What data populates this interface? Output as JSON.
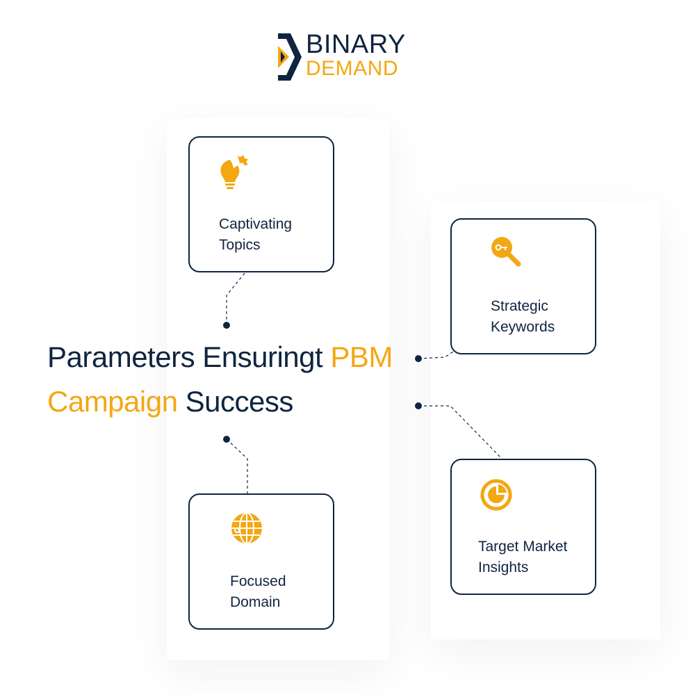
{
  "logo": {
    "line1": "BINARY",
    "line2": "DEMAND"
  },
  "title": {
    "part1": "Parameters Ensuringt ",
    "part2": "PBM",
    "part3": "Campaign",
    "part4": " Success"
  },
  "cards": {
    "captivating": {
      "label": "Captivating\nTopics",
      "icon": "lightbulb-icon"
    },
    "keywords": {
      "label": "Strategic\nKeywords",
      "icon": "key-search-icon"
    },
    "market": {
      "label": "Target Market\nInsights",
      "icon": "pie-chart-icon"
    },
    "domain": {
      "label": "Focused\nDomain",
      "icon": "globe-icon"
    }
  },
  "colors": {
    "navy": "#0f2440",
    "accent": "#f3a712"
  }
}
